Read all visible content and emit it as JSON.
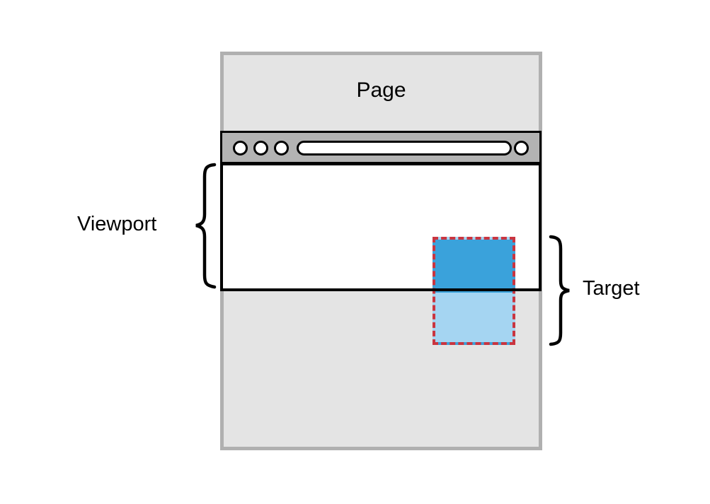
{
  "labels": {
    "page": "Page",
    "viewport": "Viewport",
    "target": "Target"
  },
  "browser_bar": {
    "button_icons": [
      "circle-button-icon",
      "circle-button-icon",
      "circle-button-icon",
      "circle-button-icon"
    ],
    "address_bar_value": "",
    "address_bar_placeholder": ""
  },
  "colors": {
    "ink": "#000000",
    "page_fill": "#e4e4e4",
    "page_border": "#b0b0b0",
    "bar_fill": "#b3b3b3",
    "target_top_fill": "#3aa2db",
    "target_bottom_fill": "#a5d5f2",
    "target_border": "#c93540"
  }
}
